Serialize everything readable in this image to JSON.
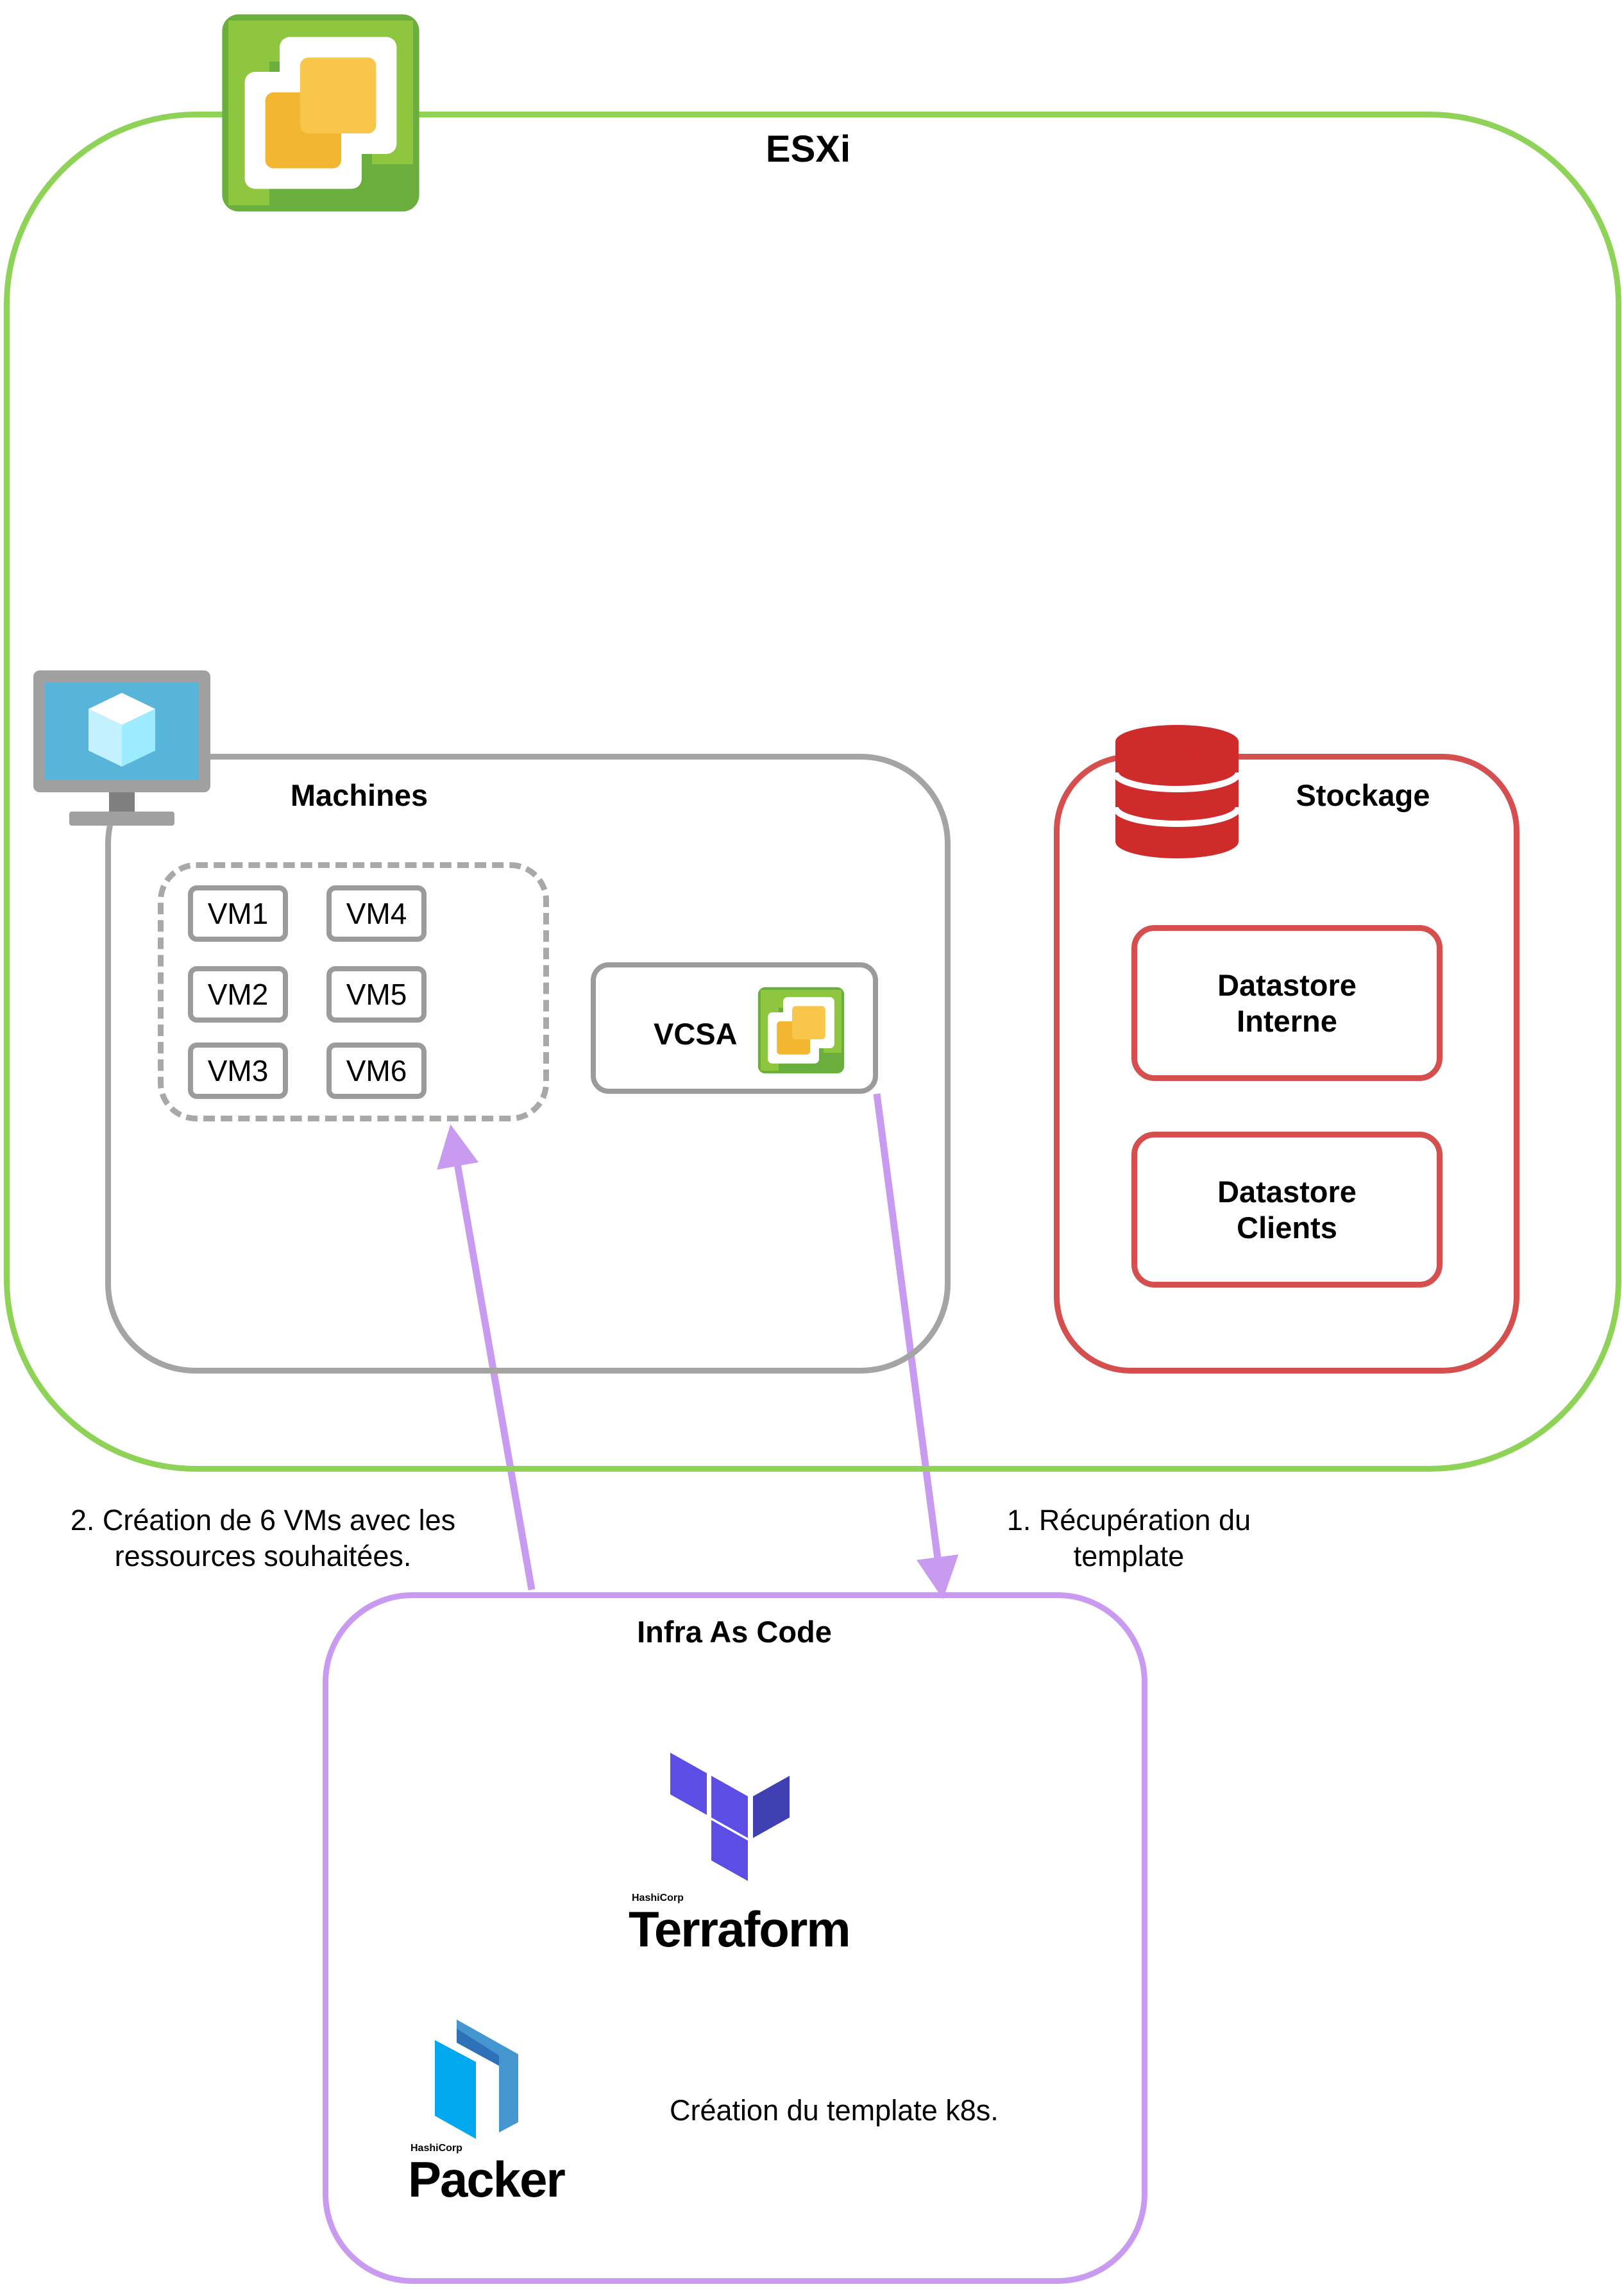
{
  "esxi": {
    "title": "ESXi",
    "logo_icon": "vmware-logo-icon",
    "color": "#8ed357"
  },
  "machines": {
    "title": "Machines",
    "icon": "virtual-machine-monitor-icon",
    "vms": [
      "VM1",
      "VM4",
      "VM2",
      "VM5",
      "VM3",
      "VM6"
    ],
    "vcsa": {
      "label": "VCSA",
      "icon": "vmware-logo-icon"
    }
  },
  "stockage": {
    "title": "Stockage",
    "icon": "database-icon",
    "datastores": [
      {
        "line1": "Datastore",
        "line2": "Interne"
      },
      {
        "line1": "Datastore",
        "line2": "Clients"
      }
    ],
    "color": "#d64f4f"
  },
  "iac": {
    "title": "Infra As Code",
    "terraform": {
      "brand": "HashiCorp",
      "name": "Terraform"
    },
    "packer": {
      "brand": "HashiCorp",
      "name": "Packer"
    },
    "packer_caption": "Création du template k8s.",
    "color": "#c99bf0"
  },
  "edges": {
    "create_vms": {
      "line1": "2. Création de 6 VMs avec les",
      "line2": "ressources souhaitées."
    },
    "fetch_template": {
      "line1": "1. Récupération du",
      "line2": "template"
    }
  }
}
